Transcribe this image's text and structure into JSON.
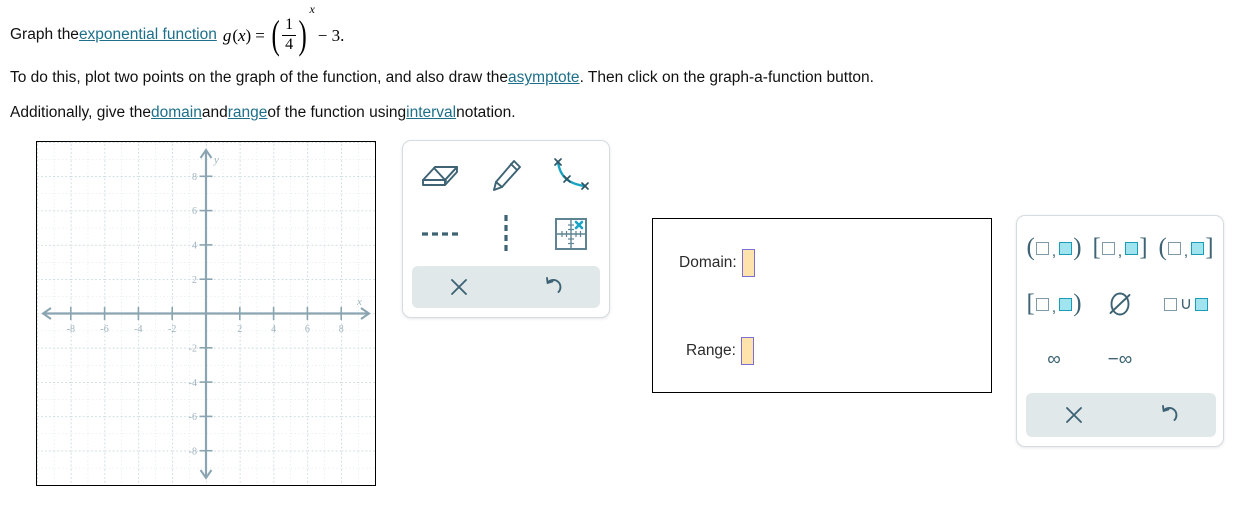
{
  "prompt": {
    "line1": {
      "pre": "Graph the ",
      "link": "exponential function",
      "fn_name": "g",
      "fn_arg_open": "(",
      "fn_var": "x",
      "fn_arg_close": ")",
      "equals": "=",
      "numerator": "1",
      "denominator": "4",
      "exponent": "x",
      "tail": "− 3."
    },
    "line2": {
      "pre": "To do this, plot two points on the graph of the function, and also draw the ",
      "link": "asymptote",
      "post": ". Then click on the graph-a-function button."
    },
    "line3": {
      "pre": "Additionally, give the ",
      "link1": "domain",
      "mid1": " and ",
      "link2": "range",
      "mid2": " of the function using ",
      "link3": "interval",
      "post": " notation."
    }
  },
  "graph": {
    "x_axis_label": "x",
    "y_axis_label": "y",
    "x_ticks": [
      "-8",
      "-6",
      "-4",
      "-2",
      "2",
      "4",
      "6",
      "8"
    ],
    "y_ticks": [
      "8",
      "6",
      "4",
      "2",
      "-2",
      "-4",
      "-6",
      "-8"
    ],
    "x_range": [
      -10,
      10
    ],
    "y_range": [
      -10,
      10
    ],
    "axis_color": "#8aa5b1",
    "grid_color": "#c9d9de",
    "tick_label_color": "#9fb3bc",
    "border_color": "#000000"
  },
  "draw_toolbar": {
    "tools": [
      {
        "name": "eraser-tool",
        "label": "Eraser"
      },
      {
        "name": "pencil-tool",
        "label": "Pencil"
      },
      {
        "name": "graph-a-function-tool",
        "label": "Graph a function"
      },
      {
        "name": "horizontal-dashed-line-tool",
        "label": "Horizontal asymptote"
      },
      {
        "name": "vertical-dashed-line-tool",
        "label": "Vertical asymptote"
      },
      {
        "name": "plot-point-tool",
        "label": "Plot point"
      }
    ],
    "clear_label": "×",
    "undo_label": "↺",
    "accent_color": "#3d6374",
    "highlight_color": "#1a9cb5"
  },
  "answers": {
    "domain_label": "Domain:",
    "domain_value": "",
    "range_label": "Range:",
    "range_value": "",
    "input_fill": "#ffe3ad",
    "input_border": "#7b6fd6"
  },
  "keypad": {
    "keys": [
      {
        "name": "open-open-interval-key",
        "label": "(□,□)",
        "open": "(",
        "close": ")"
      },
      {
        "name": "closed-closed-interval-key",
        "label": "[□,□]",
        "open": "[",
        "close": "]"
      },
      {
        "name": "open-closed-interval-key",
        "label": "(□,□]",
        "open": "(",
        "close": "]"
      },
      {
        "name": "closed-open-interval-key",
        "label": "[□,□)",
        "open": "[",
        "close": ")"
      },
      {
        "name": "empty-set-key",
        "label": "Ø"
      },
      {
        "name": "union-key",
        "label": "□∪□",
        "union": "∪"
      },
      {
        "name": "infinity-key",
        "label": "∞"
      },
      {
        "name": "negative-infinity-key",
        "label": "−∞"
      }
    ],
    "clear_label": "×",
    "undo_label": "↺",
    "accent_color": "#3d6374",
    "box_fill": "#9fe4ef"
  }
}
